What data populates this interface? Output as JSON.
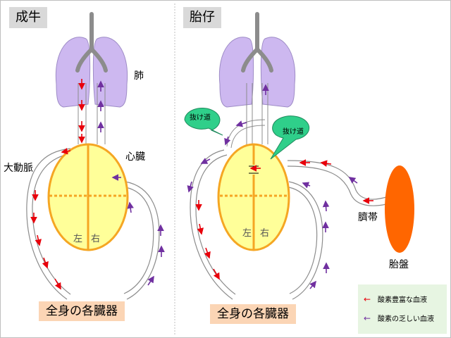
{
  "panels": {
    "adult": {
      "title": "成牛",
      "labels": {
        "lung": "肺",
        "heart": "心臓",
        "aorta": "大動脈",
        "left": "左",
        "right": "右"
      },
      "organs": "全身の各臓器"
    },
    "fetus": {
      "title": "胎仔",
      "labels": {
        "left": "左",
        "right": "右",
        "umbilical_cord": "臍帯",
        "placenta": "胎盤"
      },
      "bubbles": [
        "抜け道",
        "抜け道"
      ],
      "organs": "全身の各臓器"
    }
  },
  "legend": {
    "items": [
      {
        "label": "酸素豊富な血液",
        "color": "#e8000b",
        "arrow": "arrow-left-icon"
      },
      {
        "label": "酸素の乏しい血液",
        "color": "#7030a0",
        "arrow": "arrow-left-icon"
      }
    ]
  },
  "colors": {
    "lung": "#cdb8f0",
    "heart_fill": "#ffff99",
    "heart_stroke": "#f5a623",
    "placenta": "#ff6600",
    "bubble": "#2fcf8a",
    "organs_box": "#fbd5b5",
    "oxygen_rich": "#e8000b",
    "oxygen_poor": "#7030a0"
  }
}
